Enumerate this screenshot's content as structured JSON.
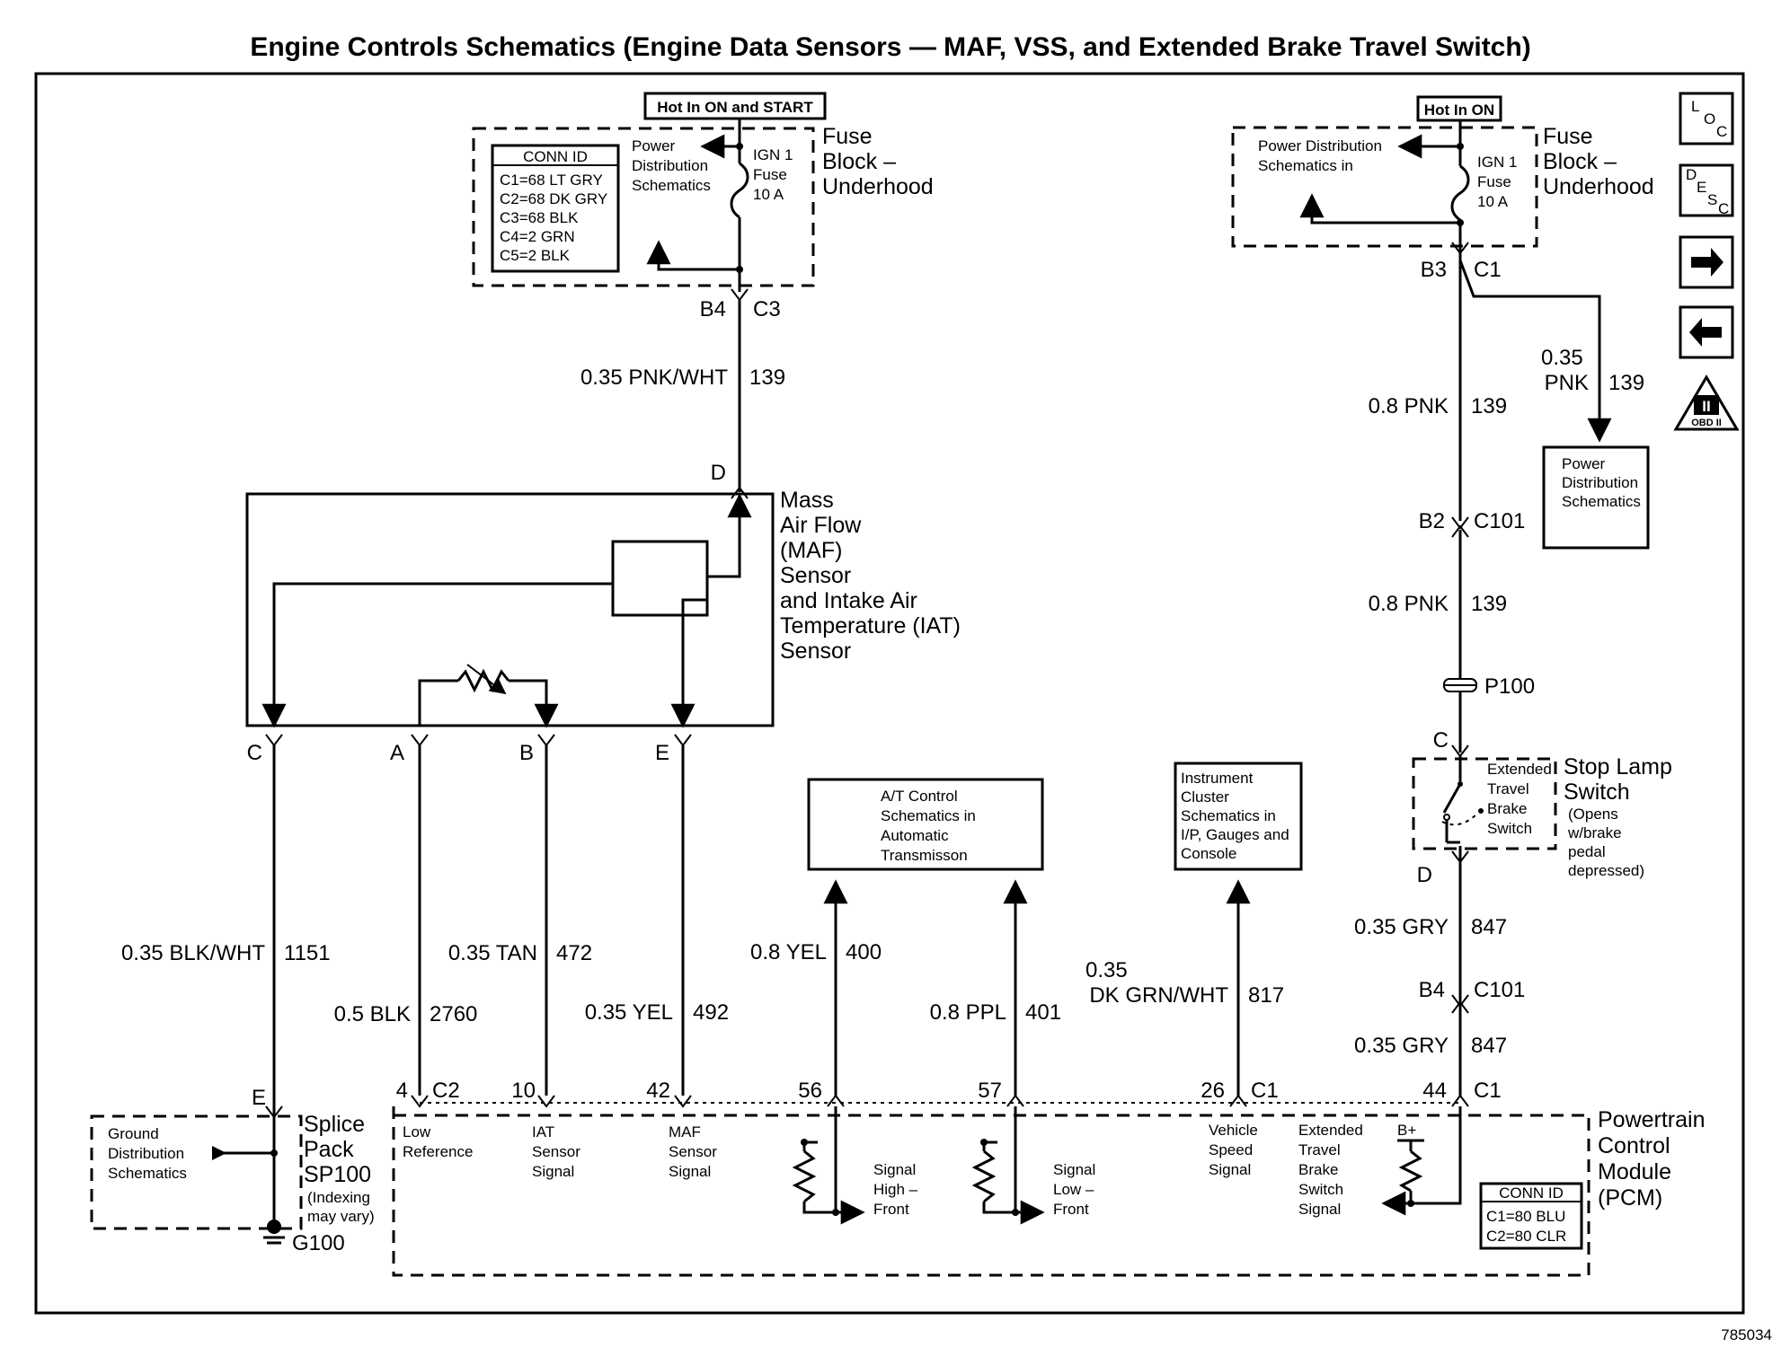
{
  "title": "Engine Controls Schematics (Engine Data Sensors — MAF, VSS, and Extended Brake Travel Switch)",
  "figure_id": "785034",
  "left_fuse": {
    "hot_label": "Hot In ON and START",
    "conn_id_header": "CONN ID",
    "conn_ids": [
      "C1=68 LT GRY",
      "C2=68 DK GRY",
      "C3=68 BLK",
      "C4=2 GRN",
      "C5=2 BLK"
    ],
    "power_dist_lines": [
      "Power",
      "Distribution",
      "Schematics"
    ],
    "fuse_lines": [
      "IGN 1",
      "Fuse",
      "10 A"
    ],
    "block_lines": [
      "Fuse",
      "Block –",
      "Underhood"
    ],
    "pin": "B4",
    "conn": "C3"
  },
  "right_fuse": {
    "hot_label": "Hot In ON",
    "power_dist_lines": [
      "Power Distribution",
      "Schematics in"
    ],
    "fuse_lines": [
      "IGN 1",
      "Fuse",
      "10 A"
    ],
    "block_lines": [
      "Fuse",
      "Block –",
      "Underhood"
    ],
    "pin": "B3",
    "conn": "C1"
  },
  "maf": {
    "name_lines": [
      "Mass",
      "Air Flow",
      "(MAF)",
      "Sensor",
      "and Intake Air",
      "Temperature (IAT)",
      "Sensor"
    ],
    "top_pin": "D",
    "pins": [
      "C",
      "A",
      "B",
      "E"
    ]
  },
  "wires": {
    "pnk_wht": {
      "size_color": "0.35 PNK/WHT",
      "circuit": "139"
    },
    "blk_wht": {
      "size_color": "0.35 BLK/WHT",
      "circuit": "1151"
    },
    "blk": {
      "size_color": "0.5 BLK",
      "circuit": "2760"
    },
    "tan": {
      "size_color": "0.35 TAN",
      "circuit": "472"
    },
    "yel35": {
      "size_color": "0.35 YEL",
      "circuit": "492"
    },
    "yel8": {
      "size_color": "0.8 YEL",
      "circuit": "400"
    },
    "ppl": {
      "size_color": "0.8 PPL",
      "circuit": "401"
    },
    "dkgrn_line1": "0.35",
    "dkgrn_line2": "DK GRN/WHT",
    "dkgrn_circuit": "817",
    "pnk_branch_line1": "0.35",
    "pnk_branch_line2": "PNK",
    "pnk_branch_circuit": "139",
    "pnk_a": {
      "size_color": "0.8 PNK",
      "circuit": "139"
    },
    "pnk_b": {
      "size_color": "0.8 PNK",
      "circuit": "139"
    },
    "gry_a": {
      "size_color": "0.35 GRY",
      "circuit": "847"
    },
    "gry_b": {
      "size_color": "0.35 GRY",
      "circuit": "847"
    }
  },
  "power_dist_box_lines": [
    "Power",
    "Distribution",
    "Schematics"
  ],
  "c101_top": {
    "pin": "B2",
    "conn": "C101"
  },
  "c101_bottom": {
    "pin": "B4",
    "conn": "C101"
  },
  "splice_p100": "P100",
  "stop_lamp": {
    "top_pin": "C",
    "bottom_pin": "D",
    "switch_lines": [
      "Extended",
      "Travel",
      "Brake",
      "Switch"
    ],
    "name_lines": [
      "Stop Lamp",
      "Switch"
    ],
    "note_lines": [
      "(Opens",
      "w/brake",
      "pedal",
      "depressed)"
    ]
  },
  "at_box_lines": [
    "A/T Control",
    "Schematics in",
    "Automatic",
    "Transmisson"
  ],
  "ic_box_lines": [
    "Instrument",
    "Cluster",
    "Schematics in",
    "I/P, Gauges and",
    "Console"
  ],
  "ground": {
    "dist_lines": [
      "Ground",
      "Distribution",
      "Schematics"
    ],
    "pin": "E",
    "splice_lines": [
      "Splice",
      "Pack",
      "SP100"
    ],
    "index_lines": [
      "(Indexing",
      "may vary)"
    ],
    "ground_id": "G100"
  },
  "pcm": {
    "name_lines": [
      "Powertrain",
      "Control",
      "Module",
      "(PCM)"
    ],
    "pins": {
      "p4": "4",
      "c2": "C2",
      "p10": "10",
      "p42": "42",
      "p56": "56",
      "p57": "57",
      "p26": "26",
      "c1a": "C1",
      "p44": "44",
      "c1b": "C1"
    },
    "low_ref_lines": [
      "Low",
      "Reference"
    ],
    "iat_lines": [
      "IAT",
      "Sensor",
      "Signal"
    ],
    "maf_lines": [
      "MAF",
      "Sensor",
      "Signal"
    ],
    "sig_high_lines": [
      "Signal",
      "High –",
      "Front"
    ],
    "sig_low_lines": [
      "Signal",
      "Low –",
      "Front"
    ],
    "vss_lines": [
      "Vehicle",
      "Speed",
      "Signal"
    ],
    "ebts_lines": [
      "Extended",
      "Travel",
      "Brake",
      "Switch",
      "Signal"
    ],
    "bplus": "B+",
    "conn_id_header": "CONN ID",
    "conn_ids": [
      "C1=80 BLU",
      "C2=80 CLR"
    ]
  },
  "nav": {
    "loc": [
      "L",
      "O",
      "C"
    ],
    "desc": [
      "D",
      "E",
      "S",
      "C"
    ],
    "obd_top": "II",
    "obd_bottom": "OBD II"
  }
}
